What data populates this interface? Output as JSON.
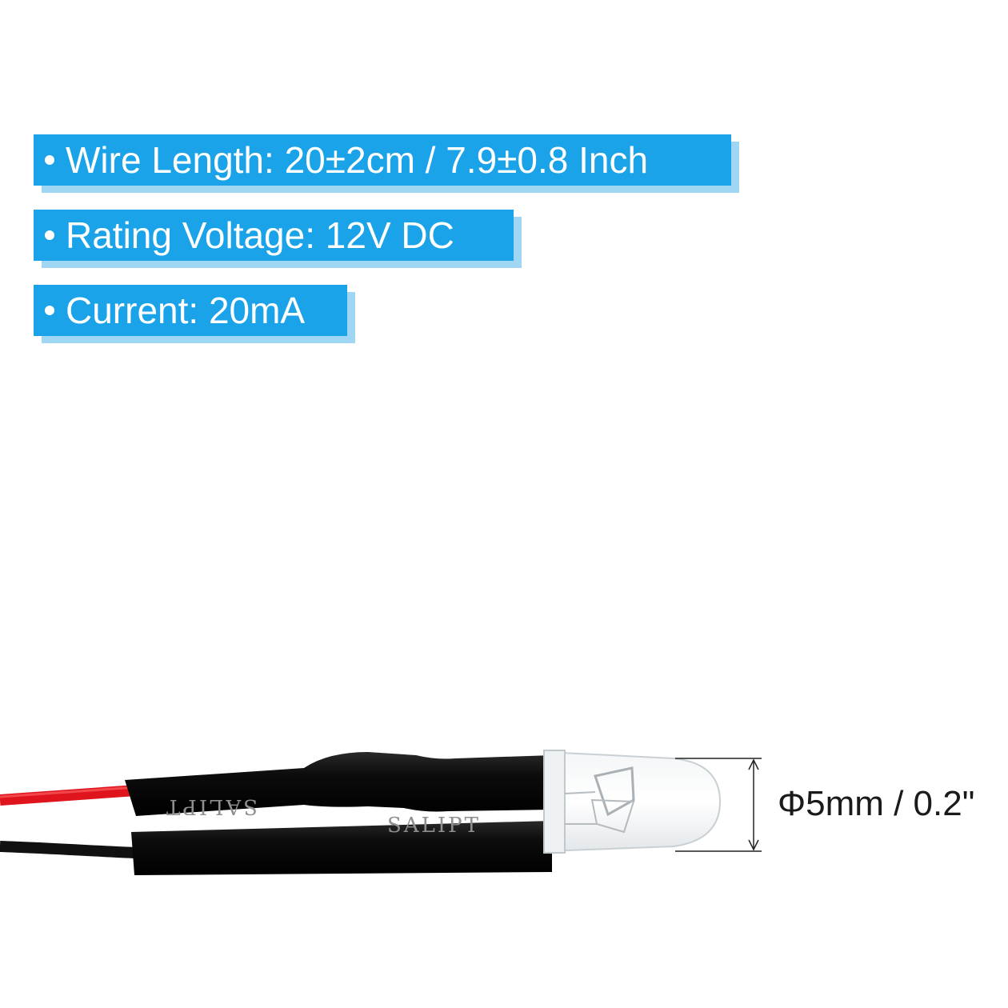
{
  "specs": [
    {
      "text": "Wire Length: 20±2cm / 7.9±0.8 Inch"
    },
    {
      "text": "Rating Voltage: 12V DC"
    },
    {
      "text": "Current: 20mA"
    }
  ],
  "product": {
    "sleeve_print_top": "SALIPT",
    "sleeve_print_bottom": "SALIPT",
    "diameter_label": "Φ5mm / 0.2\""
  },
  "colors": {
    "tag_blue": "#1aa3e8",
    "tag_shadow": "#9ed6f4",
    "wire_red": "#e0141c",
    "wire_black": "#111111",
    "text_dark": "#1a1a1a"
  }
}
